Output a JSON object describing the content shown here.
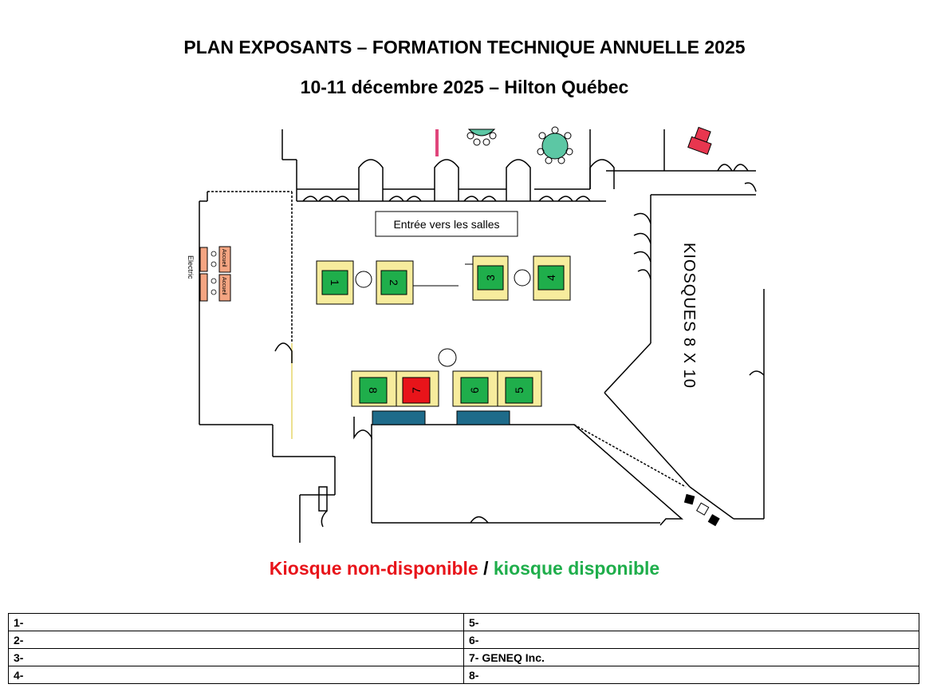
{
  "header": {
    "title": "PLAN EXPOSANTS – FORMATION TECHNIQUE ANNUELLE 2025",
    "subtitle": "10-11 décembre 2025 – Hilton Québec"
  },
  "plan": {
    "entrance_label": "Entrée vers les salles",
    "kiosk_zone_label": "KIOSQUES 8 X 10",
    "electric_label": "Electric",
    "reception_label": "Accueil",
    "booths": [
      {
        "number": "1",
        "available": true
      },
      {
        "number": "2",
        "available": true
      },
      {
        "number": "3",
        "available": true
      },
      {
        "number": "4",
        "available": true
      },
      {
        "number": "5",
        "available": true
      },
      {
        "number": "6",
        "available": true
      },
      {
        "number": "7",
        "available": false
      },
      {
        "number": "8",
        "available": true
      }
    ],
    "colors": {
      "available": "#1fae4b",
      "unavailable": "#e8141a",
      "booth_frame": "#f7ec9d",
      "table": "#1e6b8a",
      "round_table": "#5cc7a4",
      "reception_desk": "#f4a582"
    }
  },
  "legend": {
    "unavailable": "Kiosque non-disponible",
    "separator": " / ",
    "available": "kiosque disponible"
  },
  "table": {
    "rows": [
      [
        "1-",
        "5-"
      ],
      [
        "2-",
        "6-"
      ],
      [
        "3-",
        "7- GENEQ Inc."
      ],
      [
        "4-",
        "8-"
      ]
    ]
  }
}
